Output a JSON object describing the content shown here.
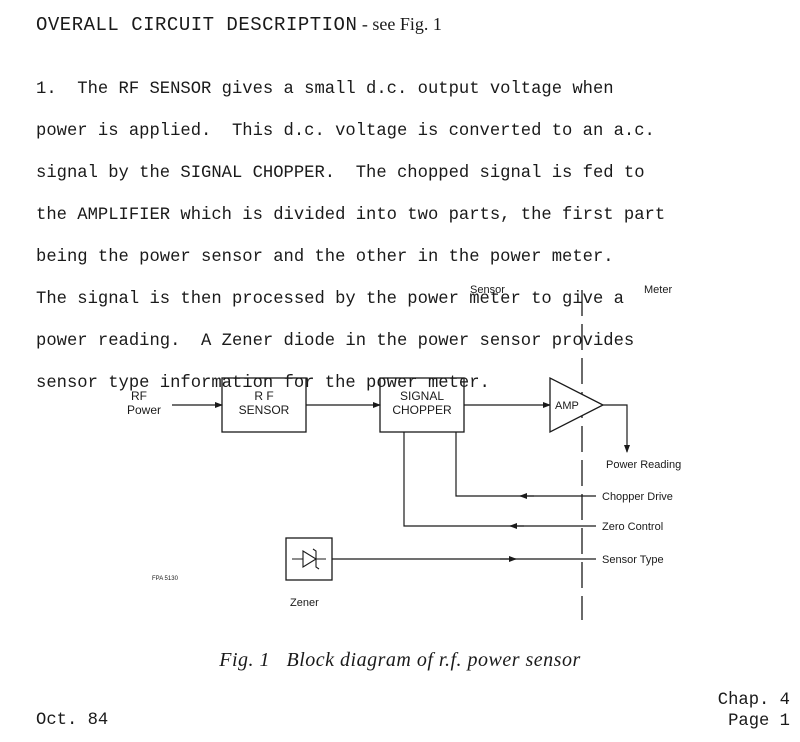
{
  "heading": {
    "title": "OVERALL CIRCUIT DESCRIPTION",
    "suffix": " - see Fig. 1"
  },
  "paragraph": {
    "lines": [
      "1.  The RF SENSOR gives a small d.c. output voltage when",
      "power is applied.  This d.c. voltage is converted to an a.c.",
      "signal by the SIGNAL CHOPPER.  The chopped signal is fed to",
      "the AMPLIFIER which is divided into two parts, the first part",
      "being the power sensor and the other in the power meter.",
      "The signal is then processed by the power meter to give a",
      "power reading.  A Zener diode in the power sensor provides",
      "sensor type information for the power meter."
    ]
  },
  "diagram": {
    "section_sensor": "Sensor",
    "section_meter": "Meter",
    "input_label_1": "RF",
    "input_label_2": "Power",
    "rf_sensor_line1": "R F",
    "rf_sensor_line2": "SENSOR",
    "chopper_line1": "SIGNAL",
    "chopper_line2": "CHOPPER",
    "amp_label": "AMP",
    "out_power_reading": "Power Reading",
    "in_chopper_drive": "Chopper Drive",
    "in_zero_control": "Zero Control",
    "out_sensor_type": "Sensor Type",
    "zener_label": "Zener",
    "figure_code": "FPA 5130"
  },
  "caption": "Fig. 1   Block diagram of r.f. power sensor",
  "footer": {
    "date": "Oct. 84",
    "chapter": "Chap. 4",
    "page": "Page 1"
  }
}
